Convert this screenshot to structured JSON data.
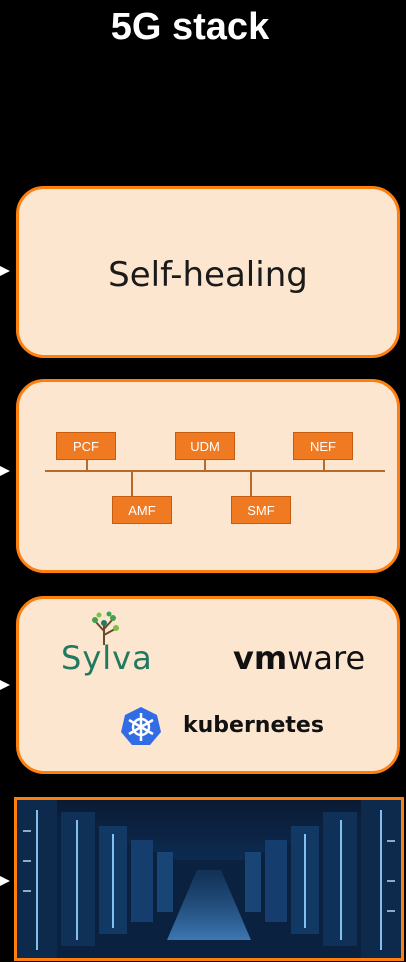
{
  "title": "5G stack",
  "layers": {
    "self_healing": {
      "label": "Self-healing"
    },
    "network_functions": {
      "top_row": [
        "PCF",
        "UDM",
        "NEF"
      ],
      "bottom_row": [
        "AMF",
        "SMF"
      ]
    },
    "platform": {
      "logos": {
        "sylva": "Sylva",
        "vmware_bold": "vm",
        "vmware_rest": "ware",
        "kubernetes": "kubernetes"
      }
    },
    "datacenter": {
      "image": "server-room-image"
    }
  },
  "colors": {
    "accent": "#ff7f0e",
    "layer_fill": "#fde6cf",
    "nf_box": "#f07a22",
    "kubernetes_blue": "#326ce5",
    "sylva_green": "#1f7a5f"
  }
}
